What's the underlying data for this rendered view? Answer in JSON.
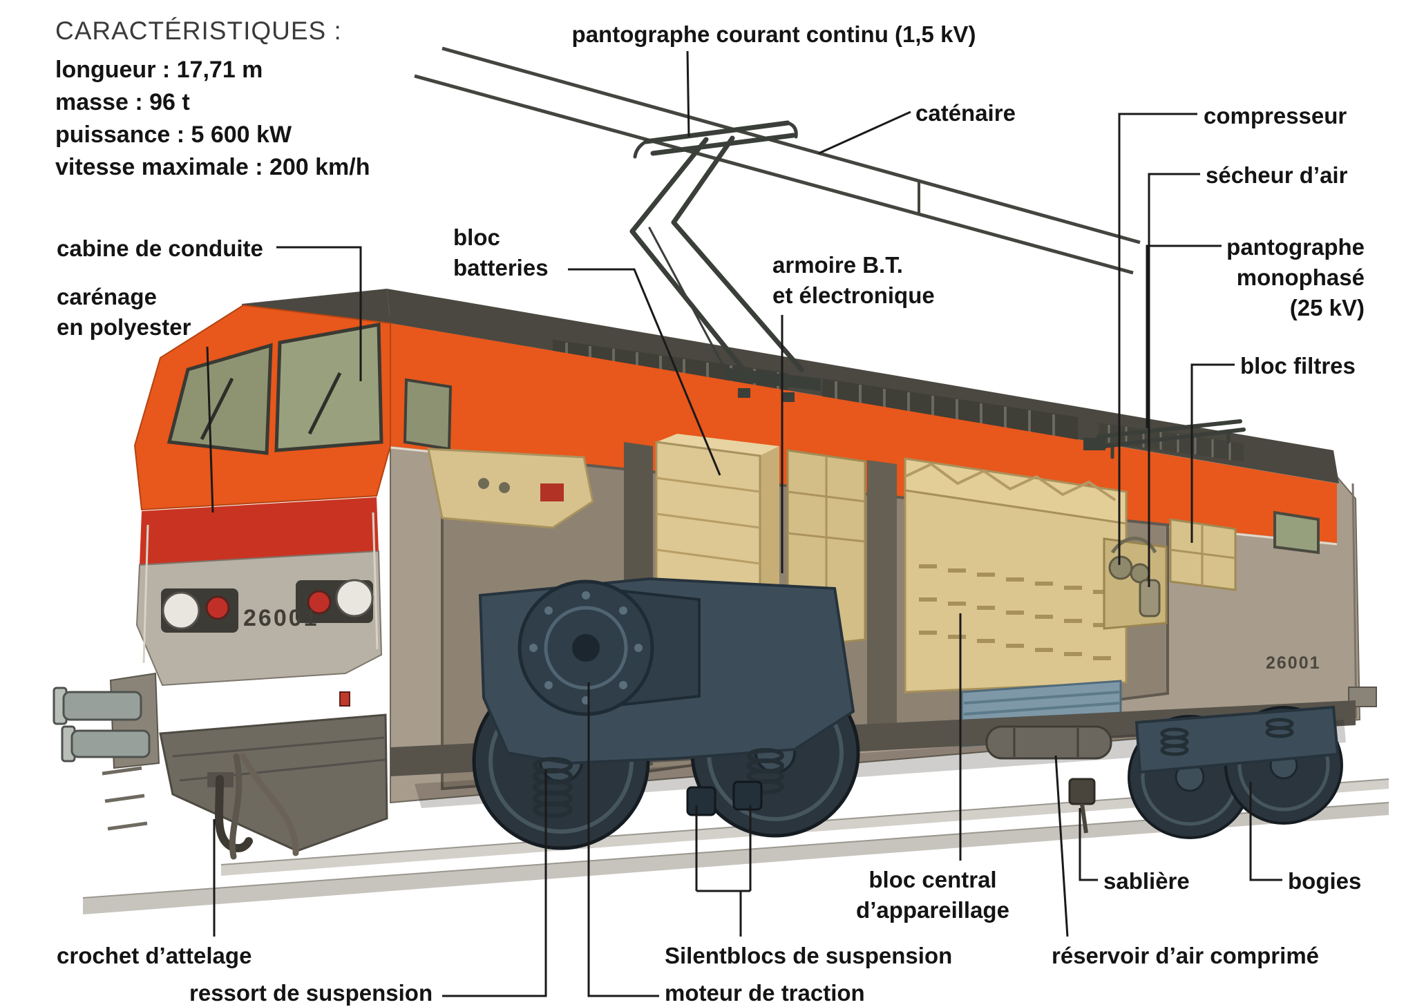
{
  "characteristics": {
    "title": "CARACTÉRISTIQUES :",
    "items": [
      "longueur : 17,71 m",
      "masse : 96 t",
      "puissance : 5 600 kW",
      "vitesse maximale : 200 km/h"
    ]
  },
  "labels": {
    "pantograph_dc": "pantographe courant continu (1,5 kV)",
    "catenary": "caténaire",
    "compressor": "compresseur",
    "air_dryer": "sécheur d’air",
    "pantograph_ac": "pantographe\nmonophasé\n(25 kV)",
    "filter_block": "bloc filtres",
    "cab": "cabine de conduite",
    "fairing": "carénage\nen polyester",
    "battery_block": "bloc\nbatteries",
    "lv_cabinet": "armoire B.T.\net électronique",
    "central_block": "bloc central\nd’appareillage",
    "sandbox": "sablière",
    "bogies": "bogies",
    "air_reservoir": "réservoir d’air comprimé",
    "coupling_hook": "crochet d’attelage",
    "suspension_spring": "ressort de suspension",
    "silentblocs": "Silentblocs de suspension",
    "traction_motor": "moteur de traction"
  },
  "locomotive": {
    "number": "26001"
  },
  "colors": {
    "body_orange": "#e8571b",
    "front_red": "#c93422",
    "body_grey": "#a89c8c",
    "roof_dark": "#4a4840",
    "equipment_tan": "#dcc690",
    "bogie_blue": "#3c4d59"
  }
}
